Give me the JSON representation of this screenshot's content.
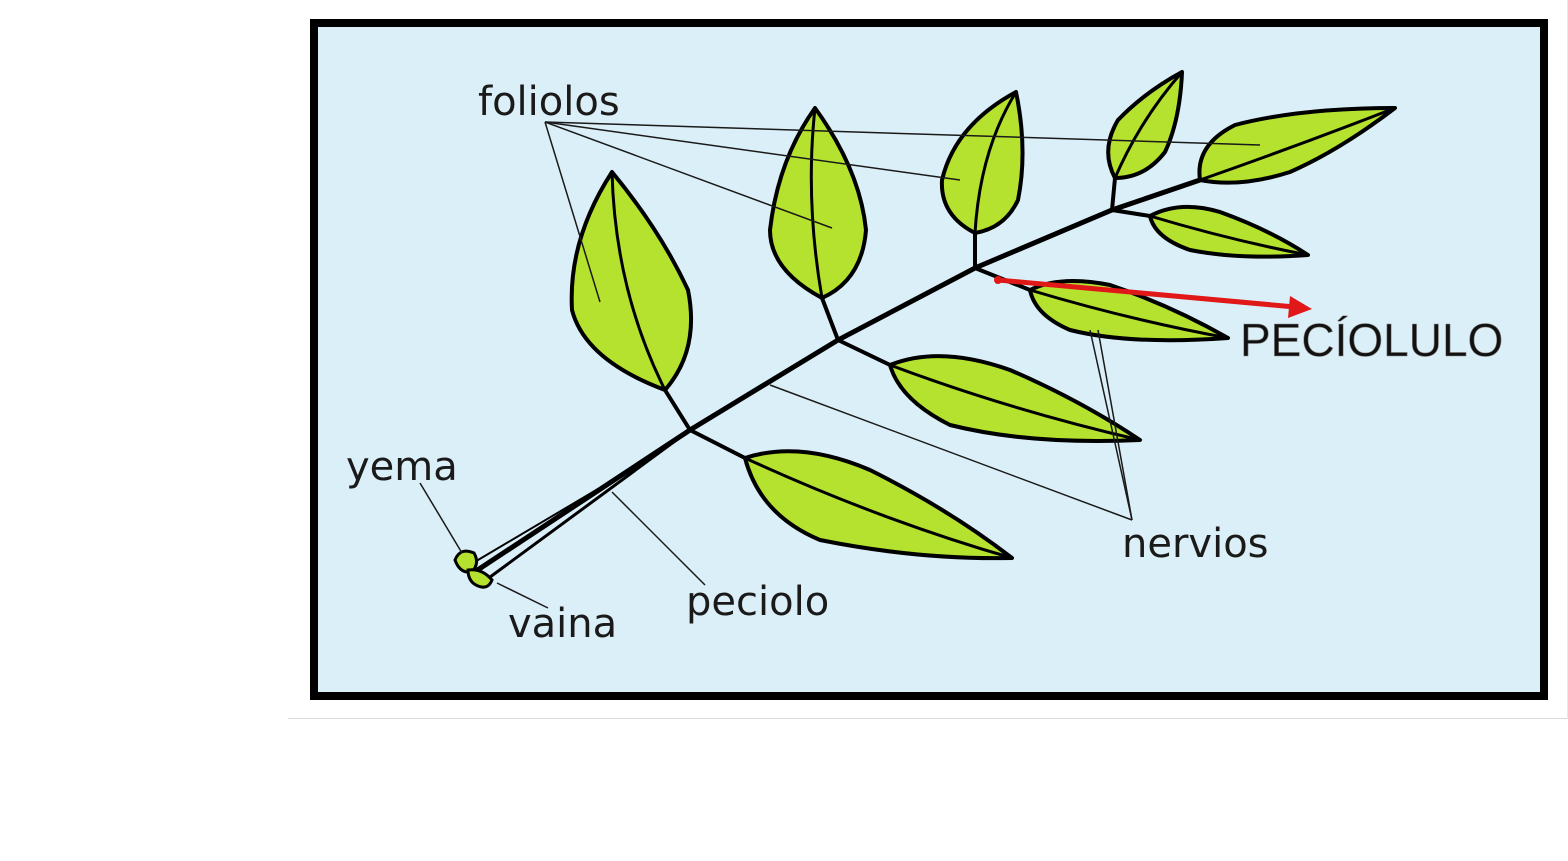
{
  "diagram": {
    "background_color": "#dbeff8",
    "frame_color": "#000000",
    "leaf_fill": "#b5e22e",
    "arrow_color": "#e01818",
    "labels": {
      "foliolos": "foliolos",
      "yema": "yema",
      "vaina": "vaina",
      "peciolo": "peciolo",
      "nervios": "nervios",
      "peciolulo": "PECÍOLULO"
    }
  }
}
